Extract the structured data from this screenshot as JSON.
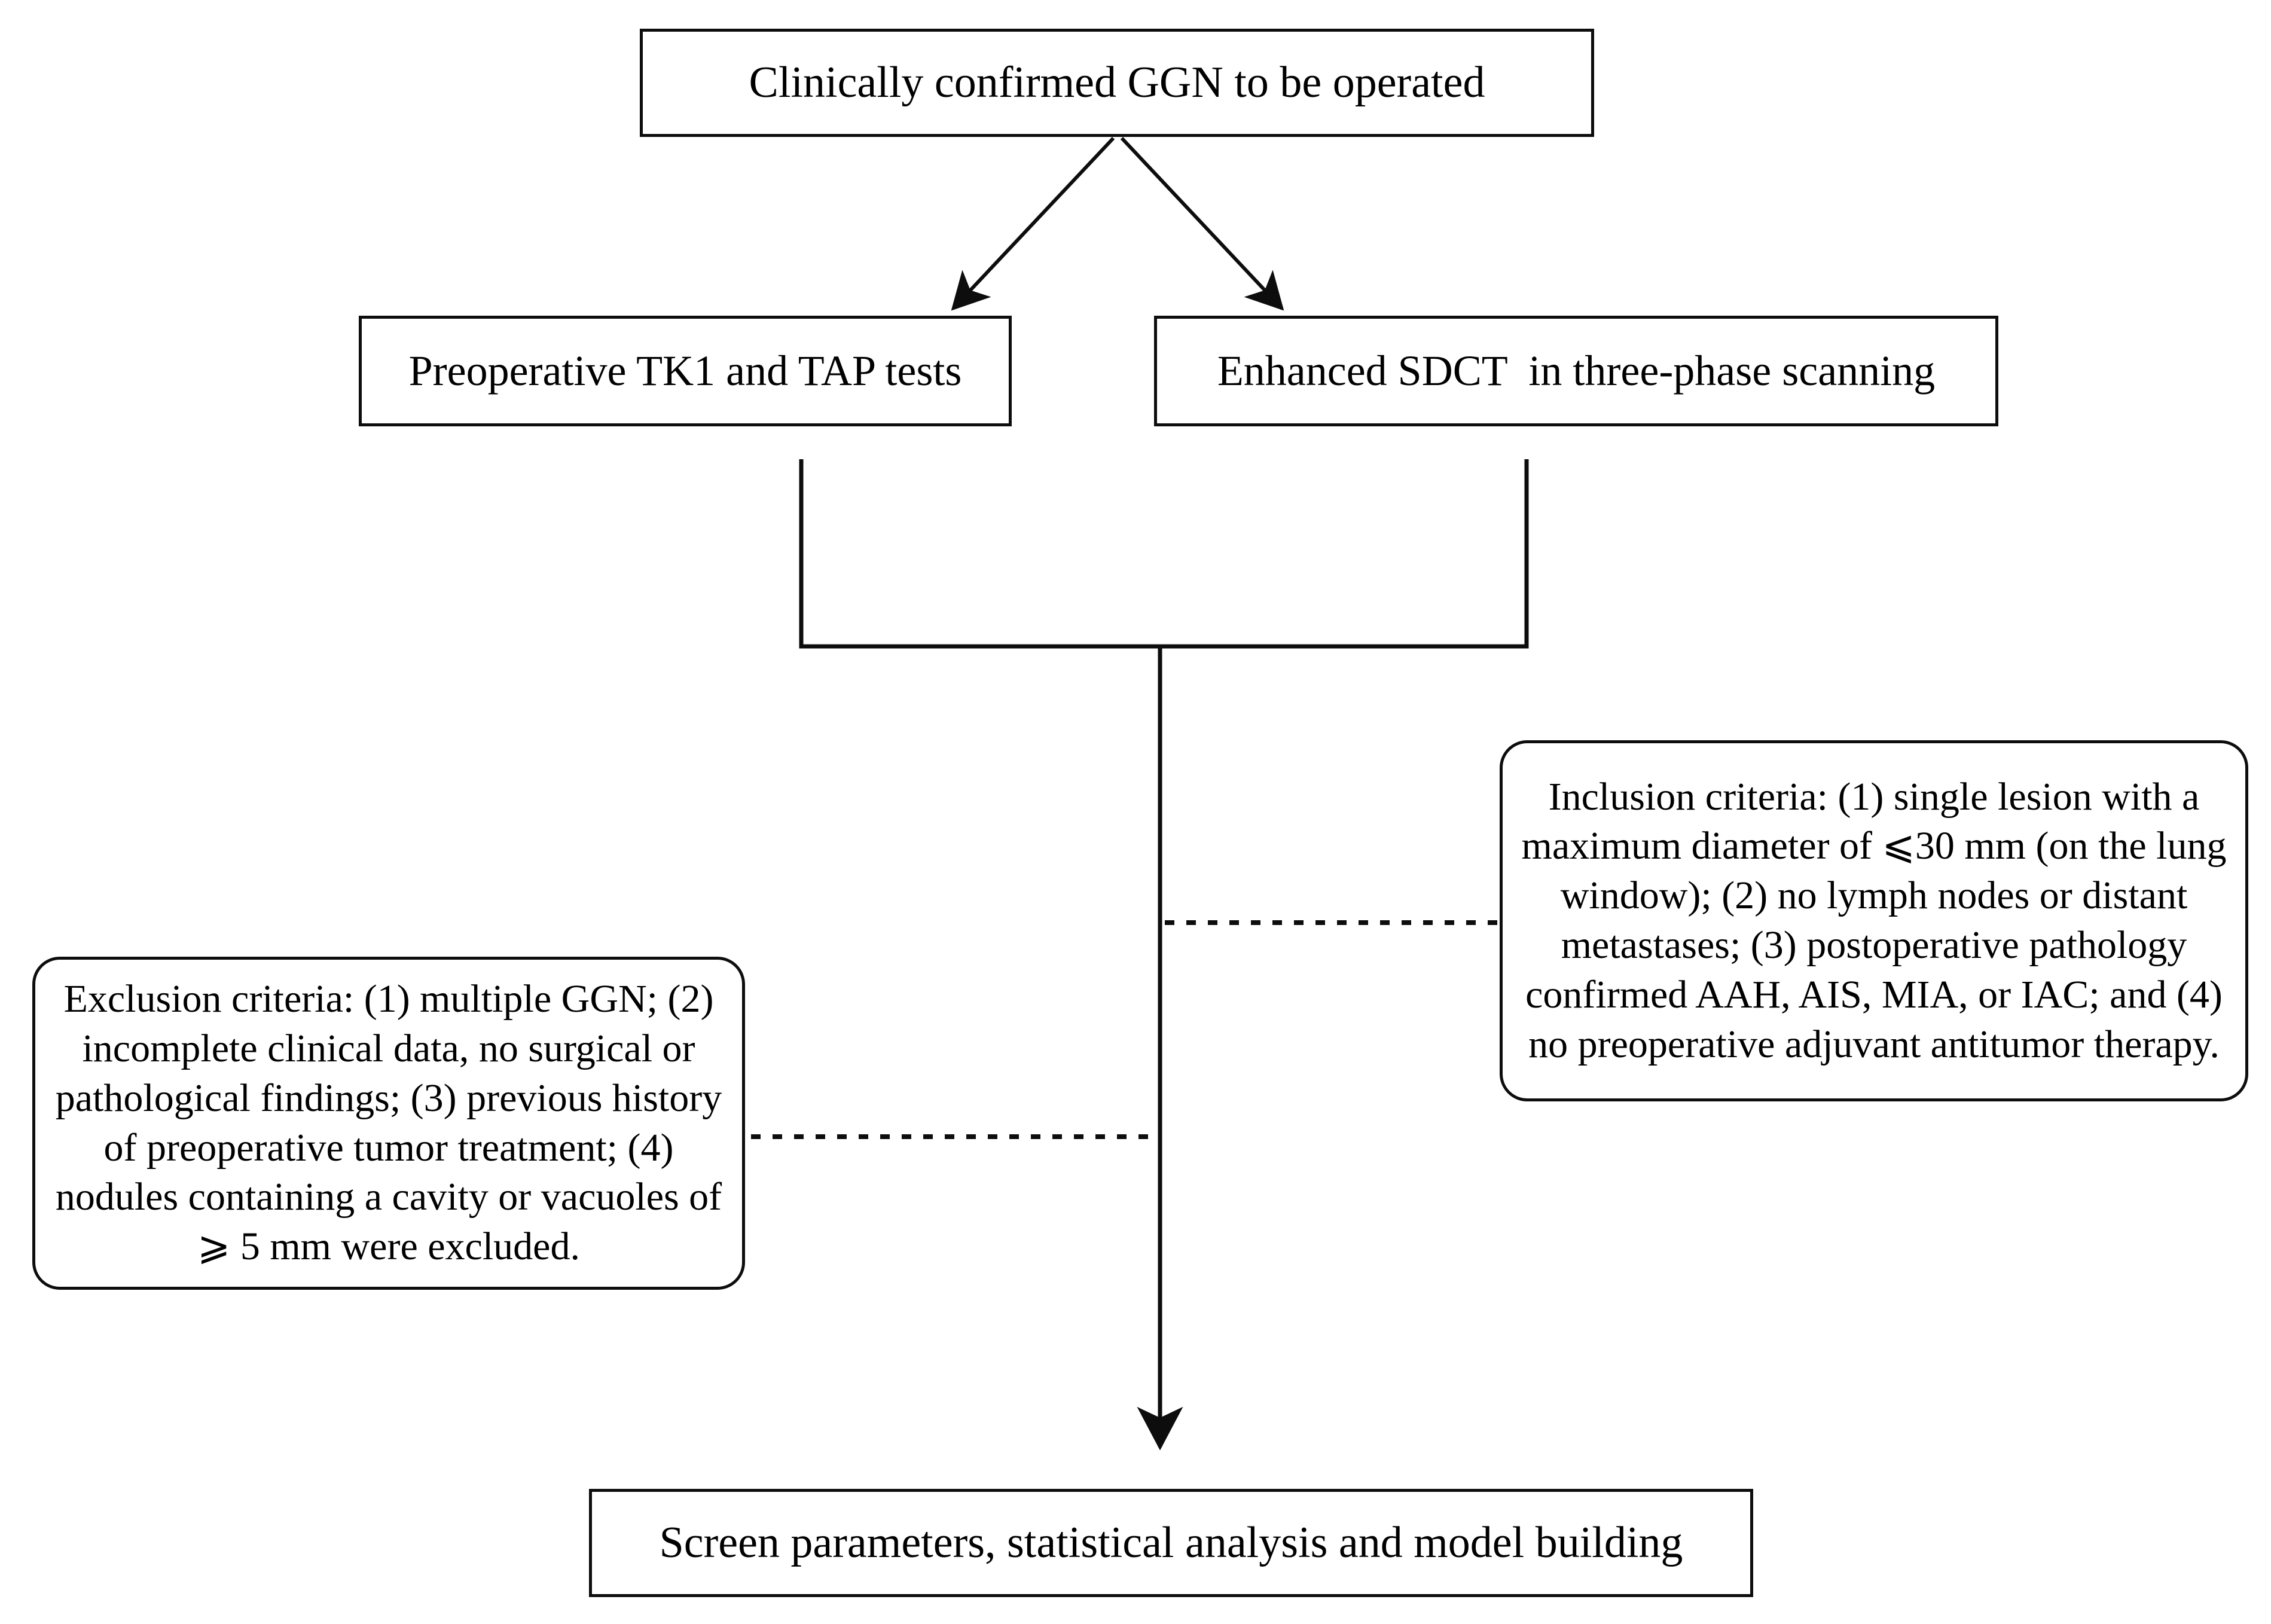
{
  "figure": {
    "type": "flowchart",
    "background_color": "#ffffff",
    "line_color": "#0d0d0d",
    "text_color": "#000000"
  },
  "nodes": {
    "top": {
      "label": "Clinically confirmed GGN to be operated",
      "shape": "rectangle"
    },
    "tk1_tap": {
      "label": "Preoperative TK1 and TAP tests",
      "shape": "rectangle"
    },
    "sdct": {
      "label": "Enhanced SDCT  in three-phase scanning",
      "shape": "rectangle"
    },
    "inclusion": {
      "label": "Inclusion criteria: (1) single lesion with a maximum diameter of ⩽30 mm (on the lung window); (2) no lymph nodes or distant metastases; (3) postoperative pathology confirmed AAH, AIS, MIA, or IAC; and (4) no preoperative adjuvant antitumor therapy.",
      "shape": "rounded-rectangle"
    },
    "exclusion": {
      "label": "Exclusion criteria: (1) multiple GGN; (2) incomplete clinical data, no surgical or pathological findings; (3) previous history of preoperative tumor treatment; (4) nodules containing a cavity or vacuoles of ⩾ 5 mm were excluded.",
      "shape": "rounded-rectangle"
    },
    "bottom": {
      "label": "Screen parameters, statistical analysis and model building",
      "shape": "rectangle"
    }
  },
  "connectors": [
    {
      "name": "top-to-tk1",
      "style": "solid",
      "arrow": "end",
      "from": "top",
      "to": "tk1_tap"
    },
    {
      "name": "top-to-sdct",
      "style": "solid",
      "arrow": "end",
      "from": "top",
      "to": "sdct"
    },
    {
      "name": "merge-bracket",
      "style": "solid",
      "arrow": "none",
      "from": "tk1_tap+sdct",
      "to": "spine"
    },
    {
      "name": "spine-to-bottom",
      "style": "solid",
      "arrow": "end",
      "from": "spine",
      "to": "bottom"
    },
    {
      "name": "inclusion-to-spine",
      "style": "dashed",
      "arrow": "none",
      "from": "inclusion",
      "to": "spine"
    },
    {
      "name": "exclusion-to-spine",
      "style": "dashed",
      "arrow": "none",
      "from": "exclusion",
      "to": "spine"
    }
  ]
}
